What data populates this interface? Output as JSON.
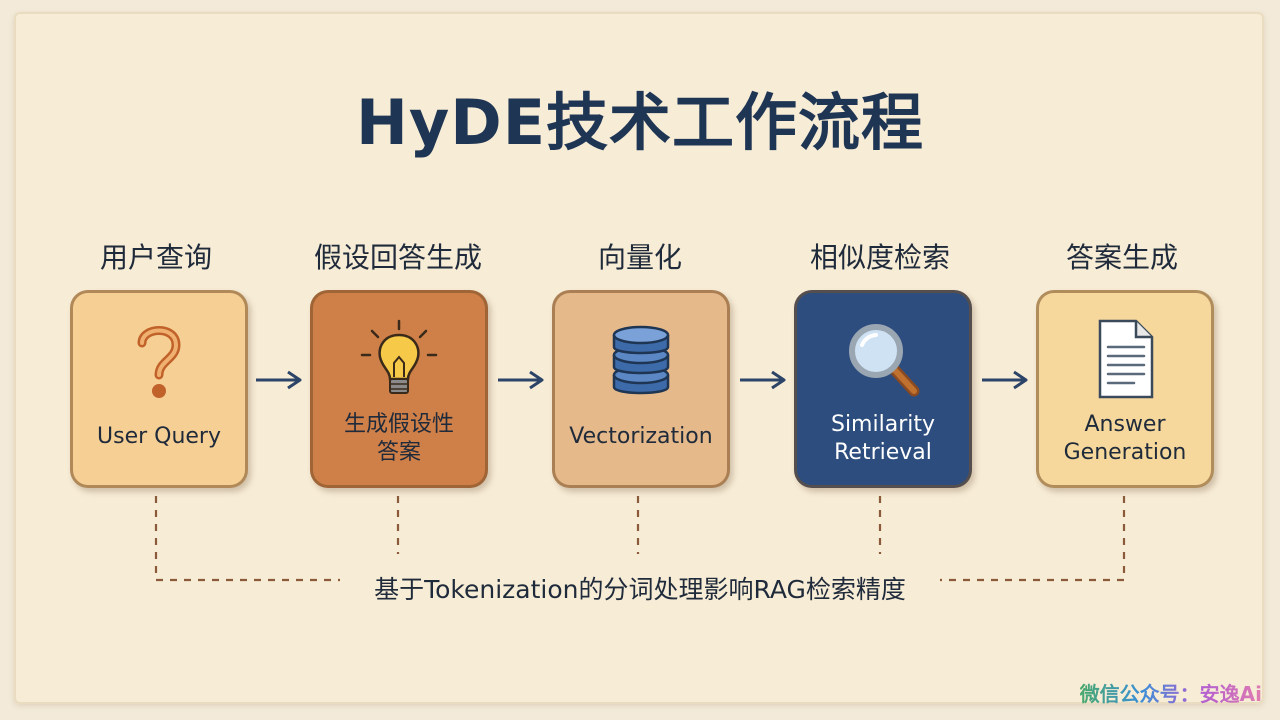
{
  "title": "HyDE技术工作流程",
  "steps": [
    {
      "label": "用户查询",
      "box_text_1": "User Query",
      "box_text_2": "",
      "icon": "question-mark-icon",
      "bg": "#f6cf94",
      "text_color": "#1f2a3a"
    },
    {
      "label": "假设回答生成",
      "box_text_1": "生成假设性",
      "box_text_2": "答案",
      "icon": "lightbulb-icon",
      "bg": "#cf7f48",
      "text_color": "#1f2a3a"
    },
    {
      "label": "向量化",
      "box_text_1": "Vectorization",
      "box_text_2": "",
      "icon": "database-icon",
      "bg": "#e6b98a",
      "text_color": "#1f2a3a"
    },
    {
      "label": "相似度检索",
      "box_text_1": "Similarity",
      "box_text_2": "Retrieval",
      "icon": "magnifier-icon",
      "bg": "#2c4d7e",
      "text_color": "#ffffff"
    },
    {
      "label": "答案生成",
      "box_text_1": "Answer",
      "box_text_2": "Generation",
      "icon": "document-icon",
      "bg": "#f6d89c",
      "text_color": "#1f2a3a"
    }
  ],
  "footer": "基于Tokenization的分词处理影响RAG检索精度",
  "watermark": "微信公众号：安逸Ai",
  "colors": {
    "title": "#1f3554",
    "arrow": "#2c4468",
    "dashed": "#8a5a3a",
    "paper": "#f7ecd6"
  }
}
